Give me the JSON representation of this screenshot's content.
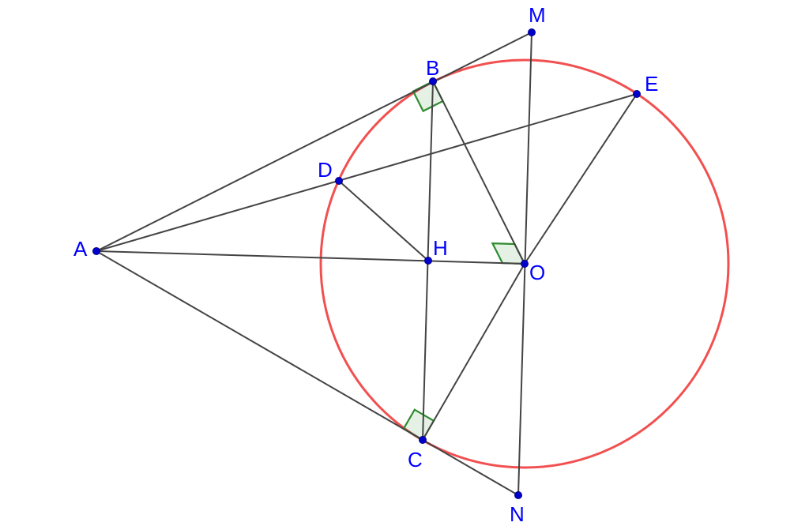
{
  "points": {
    "A": {
      "label": "A"
    },
    "B": {
      "label": "B"
    },
    "C": {
      "label": "C"
    },
    "D": {
      "label": "D"
    },
    "E": {
      "label": "E"
    },
    "H": {
      "label": "H"
    },
    "M": {
      "label": "M"
    },
    "N": {
      "label": "N"
    },
    "O": {
      "label": "O"
    }
  },
  "colors": {
    "circle": "#f25050",
    "segments": "#444444",
    "points": "#0000cc",
    "labels": "#0000ff",
    "right_angle": "#2e8b2e"
  },
  "circle": {
    "center": "O",
    "through": [
      "B",
      "C",
      "D",
      "E"
    ]
  },
  "segments": [
    [
      "A",
      "M"
    ],
    [
      "A",
      "E"
    ],
    [
      "A",
      "O"
    ],
    [
      "A",
      "N"
    ],
    [
      "B",
      "C"
    ],
    [
      "B",
      "O"
    ],
    [
      "O",
      "E"
    ],
    [
      "O",
      "C"
    ],
    [
      "D",
      "H"
    ],
    [
      "M",
      "N"
    ]
  ],
  "right_angles": [
    {
      "vertex": "B",
      "sides": [
        "A",
        "O"
      ]
    },
    {
      "vertex": "C",
      "sides": [
        "A",
        "O"
      ]
    },
    {
      "vertex": "O",
      "sides": [
        "H",
        "B"
      ]
    }
  ]
}
